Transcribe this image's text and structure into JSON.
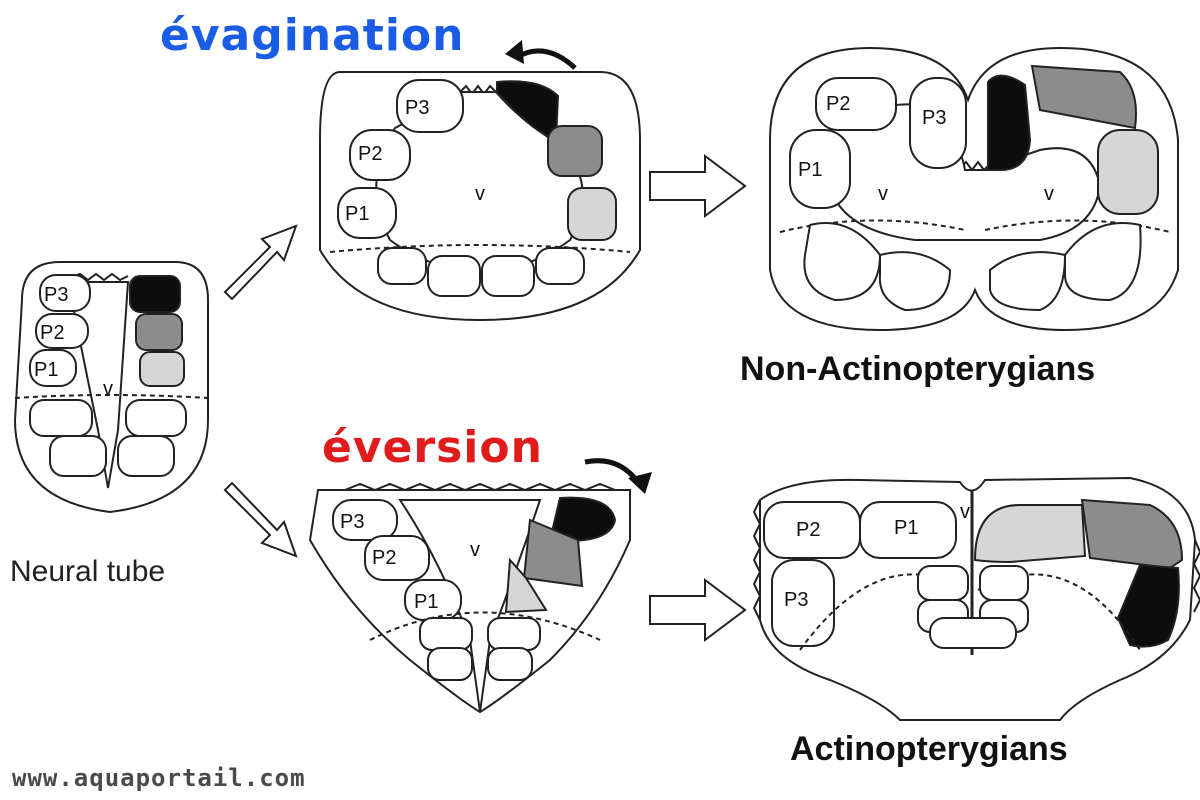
{
  "labels": {
    "evagination": "évagination",
    "eversion": "éversion",
    "non_actinopterygians": "Non-Actinopterygians",
    "actinopterygians": "Actinopterygians",
    "neural_tube": "Neural tube",
    "watermark": "www.aquaportail.com"
  },
  "region_labels": {
    "p1": "P1",
    "p2": "P2",
    "p3": "P3",
    "v": "v"
  },
  "colors": {
    "evagination_title": "#1a5ce6",
    "eversion_title": "#e01b1b",
    "black_region": "#0d0d0d",
    "dark_grey_region": "#8c8c8c",
    "light_grey_region": "#d6d6d6",
    "outline": "#222222"
  }
}
